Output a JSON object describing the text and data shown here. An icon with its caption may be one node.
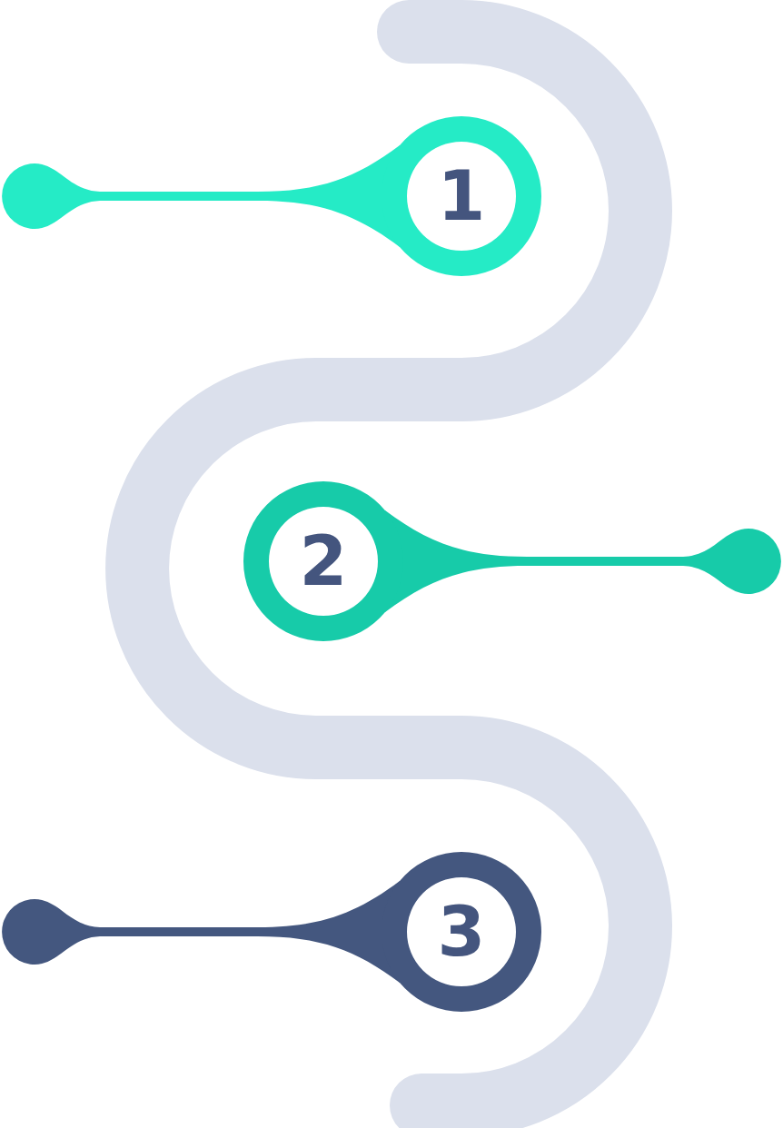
{
  "diagram": {
    "nodes": [
      {
        "text": [
          "1"
        ]
      },
      {
        "text": [
          "2"
        ]
      },
      {
        "text": [
          "3"
        ]
      }
    ]
  }
}
